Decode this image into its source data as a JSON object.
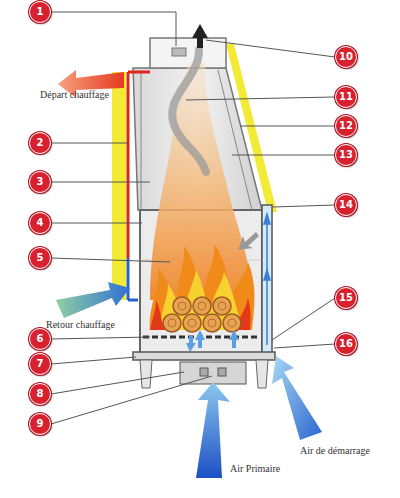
{
  "diagram": {
    "nodes": [
      {
        "text": [
          "1"
        ]
      },
      {
        "text": [
          "2"
        ]
      },
      {
        "text": [
          "3"
        ]
      },
      {
        "text": [
          "4"
        ]
      },
      {
        "text": [
          "5"
        ]
      },
      {
        "text": [
          "6"
        ]
      },
      {
        "text": [
          "7"
        ]
      },
      {
        "text": [
          "8"
        ]
      },
      {
        "text": [
          "9"
        ]
      },
      {
        "text": [
          "10"
        ]
      },
      {
        "text": [
          "11"
        ]
      },
      {
        "text": [
          "12"
        ]
      },
      {
        "text": [
          "13"
        ]
      },
      {
        "text": [
          "14"
        ]
      },
      {
        "text": [
          "15"
        ]
      },
      {
        "text": [
          "16"
        ]
      }
    ],
    "labels": [
      "Départ chauffage",
      "Retour chauffage",
      "Air de démarrage",
      "Air Primaire"
    ]
  }
}
